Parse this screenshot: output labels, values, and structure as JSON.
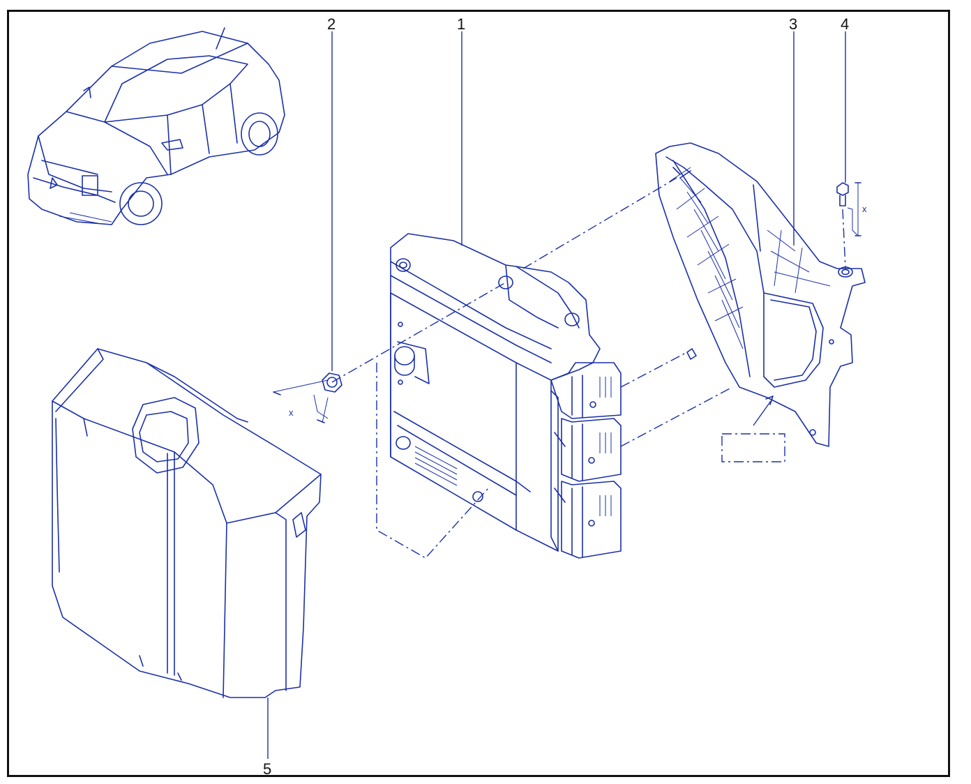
{
  "callouts": {
    "c1": "1",
    "c2": "2",
    "c3": "3",
    "c4": "4",
    "c5": "5"
  },
  "dimension_labels": {
    "nut_x": "x",
    "bolt_x": "x"
  },
  "colors": {
    "line": "#1a2fa8",
    "frame": "#111111",
    "background": "#ffffff"
  }
}
